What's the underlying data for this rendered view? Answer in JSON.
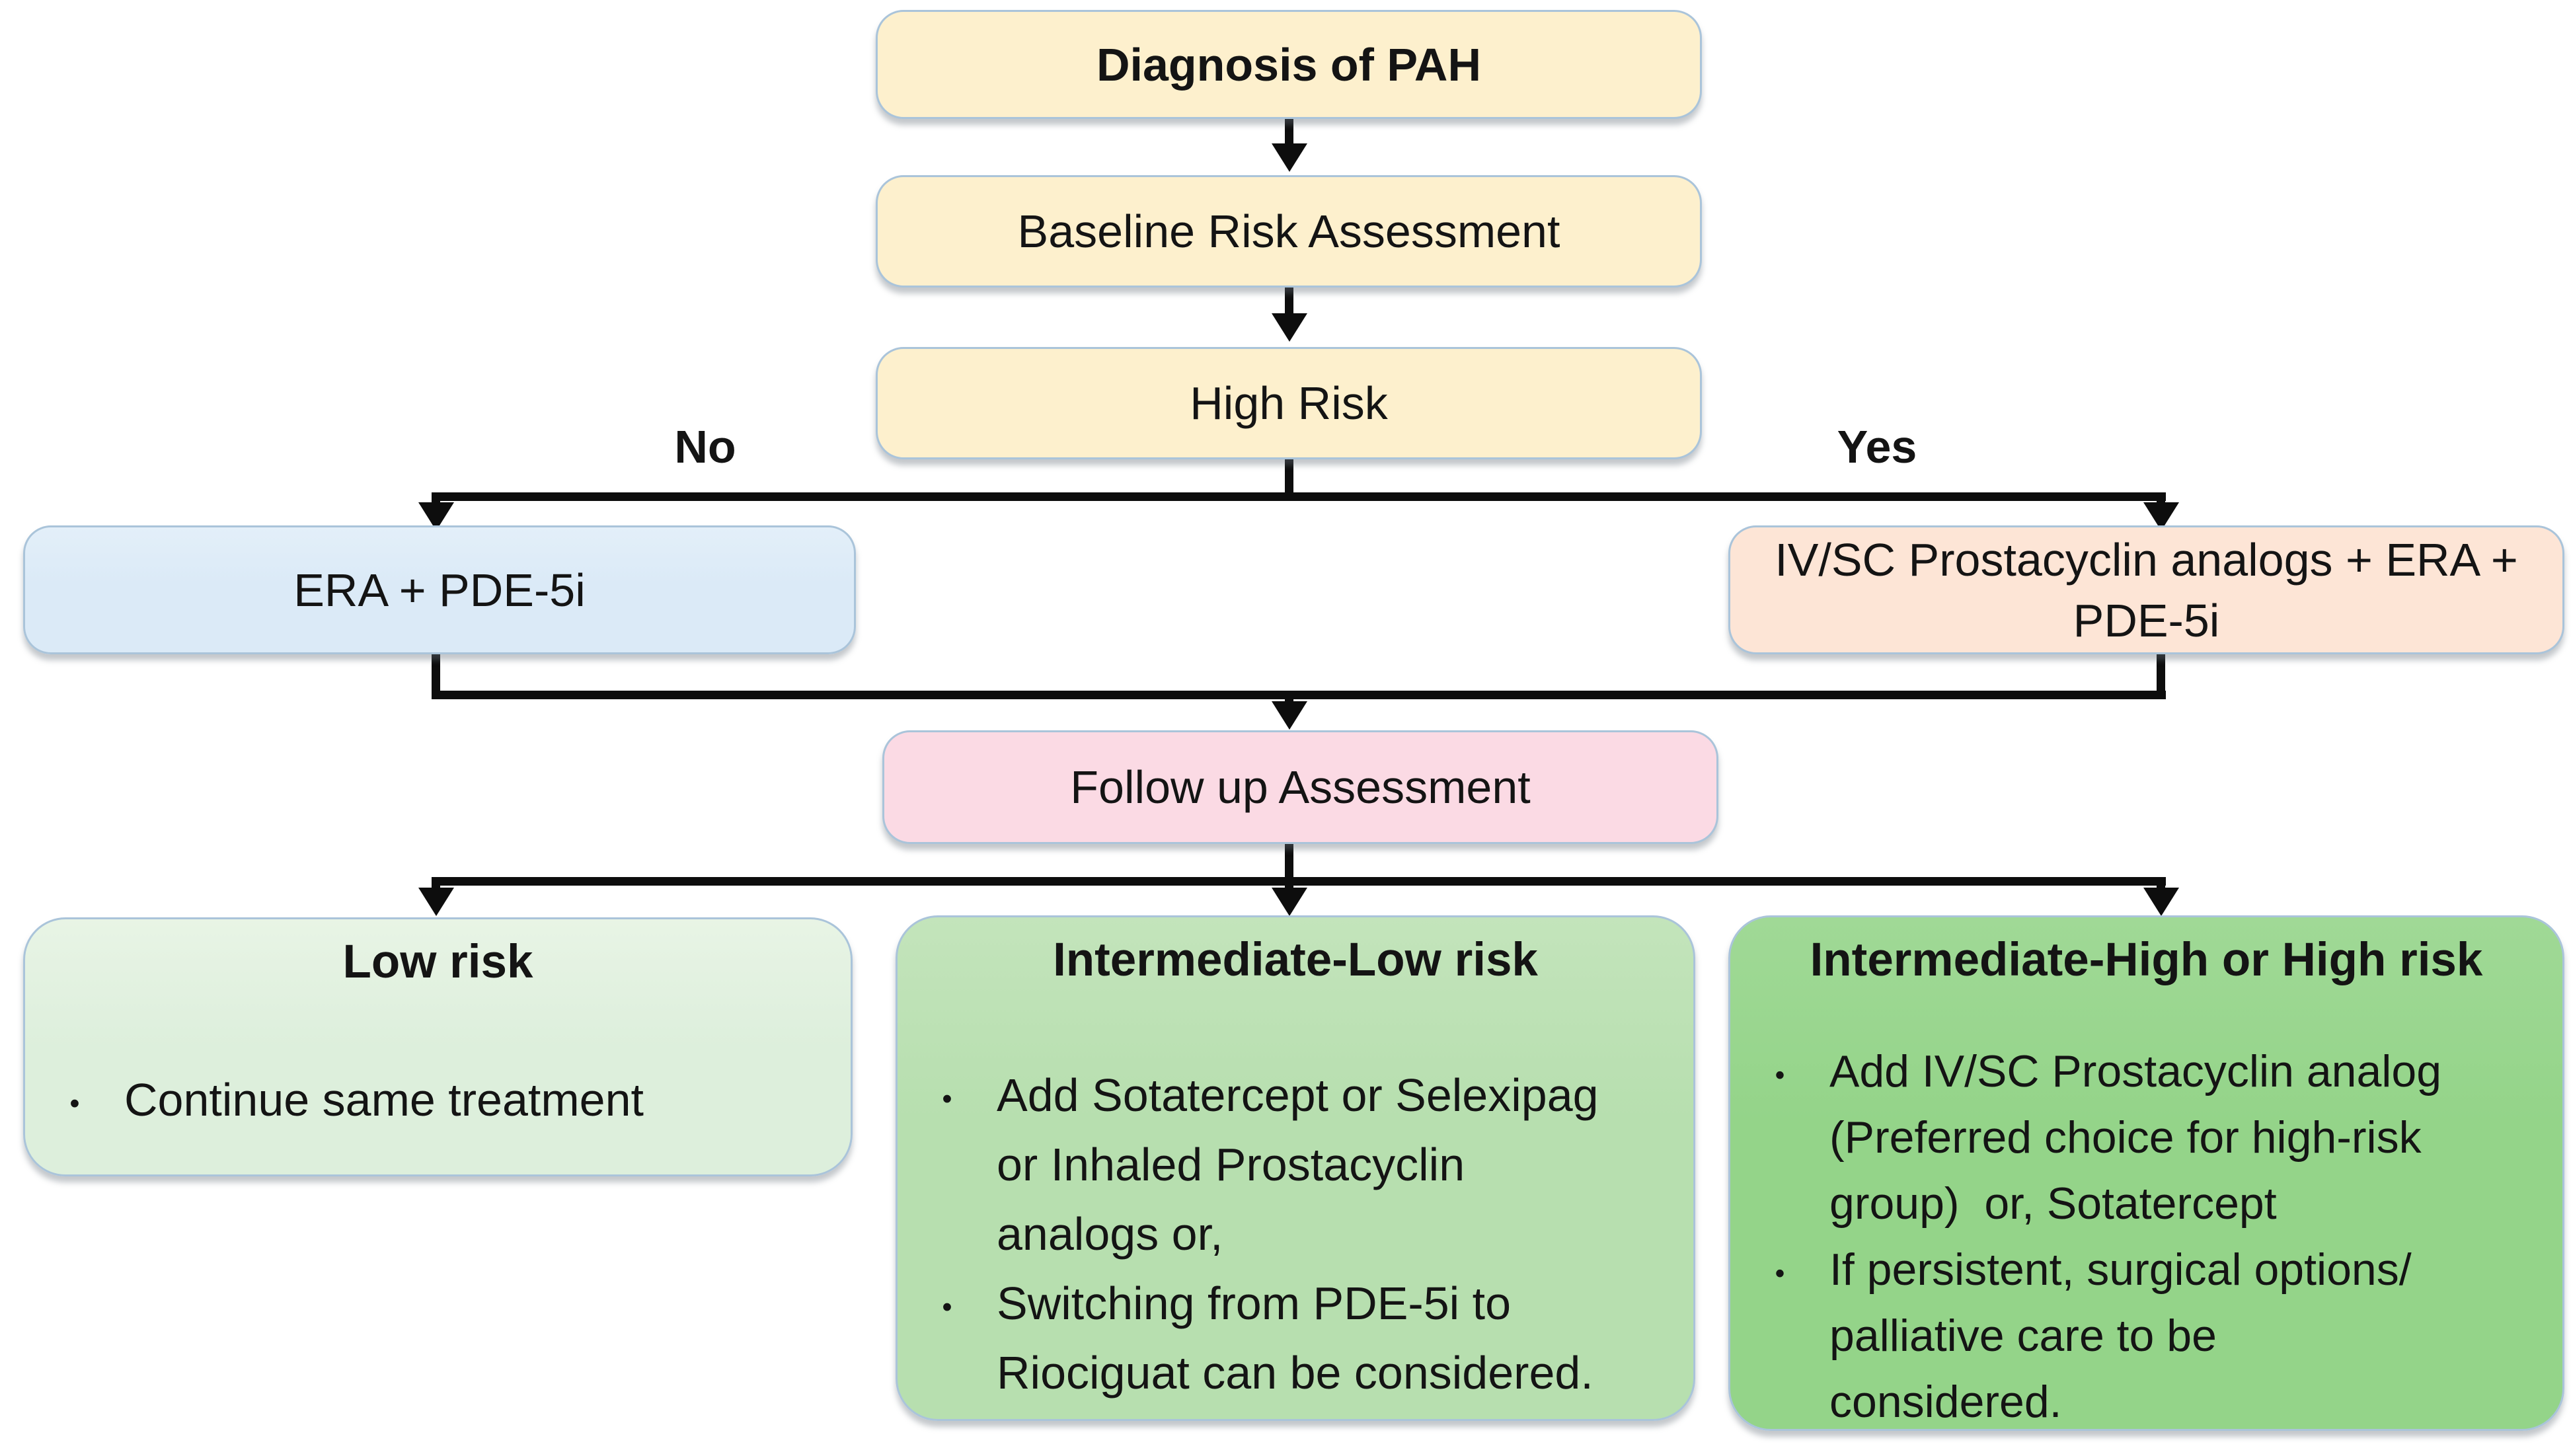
{
  "title": "PAH treatment algorithm flowchart",
  "glyphs": {
    "bullet": "•"
  },
  "colors": {
    "yellow": "#fdf0cd",
    "blue": "#dbeaf7",
    "orange": "#fde5d6",
    "pink": "#fbdae4",
    "greenLight": "#ddefdc",
    "greenMid": "#b7dfaf",
    "greenDark": "#94d489",
    "border": "#aac4da",
    "line": "#0d0d0d",
    "text": "#141414"
  },
  "nodes": {
    "diagnosis": {
      "label": "Diagnosis of PAH"
    },
    "baseline": {
      "label": "Baseline Risk Assessment"
    },
    "high_risk": {
      "label": "High Risk"
    },
    "era_pde5i": {
      "label": "ERA + PDE-5i"
    },
    "ivsc_prostacyclin": {
      "label": "IV/SC Prostacyclin analogs + ERA + PDE-5i"
    },
    "followup": {
      "label": "Follow up Assessment"
    },
    "low_risk": {
      "title": "Low risk",
      "bullets": [
        "Continue same treatment"
      ]
    },
    "int_low_risk": {
      "title": "Intermediate-Low risk",
      "bullets": [
        "Add Sotatercept or Selexipag or Inhaled Prostacyclin analogs or,",
        "Switching from PDE-5i to Riociguat can be considered."
      ]
    },
    "int_high_risk": {
      "title": "Intermediate-High or High risk",
      "bullets": [
        "Add IV/SC Prostacyclin analog (Preferred choice for high-risk group)  or, Sotatercept",
        "If persistent, surgical options/ palliative care to be considered."
      ]
    }
  },
  "branch_labels": {
    "no": "No",
    "yes": "Yes"
  }
}
